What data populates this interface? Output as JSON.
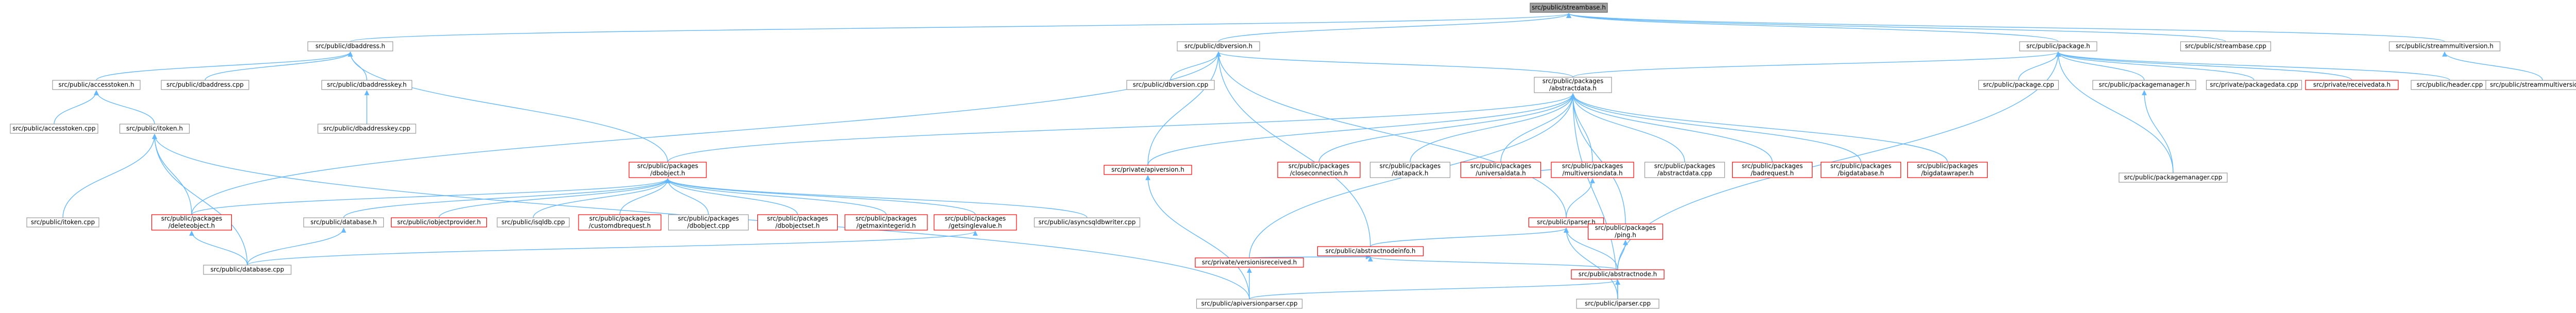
{
  "graph": {
    "type": "include-dependency-graph",
    "colors": {
      "edge": "#63b8ff",
      "root_fill": "#a0a0a0",
      "node_border": "#999999",
      "node_border_missing": "#ff0000",
      "background": "#ffffff"
    },
    "nodes": [
      {
        "id": "streambase_h",
        "lines": [
          "src/public/streambase.h"
        ],
        "root": true
      },
      {
        "id": "dbaddress_h",
        "lines": [
          "src/public/dbaddress.h"
        ]
      },
      {
        "id": "dbversion_h",
        "lines": [
          "src/public/dbversion.h"
        ]
      },
      {
        "id": "package_h",
        "lines": [
          "src/public/package.h"
        ]
      },
      {
        "id": "streambase_cpp",
        "lines": [
          "src/public/streambase.cpp"
        ]
      },
      {
        "id": "streammultiversion_h",
        "lines": [
          "src/public/streammultiversion.h"
        ]
      },
      {
        "id": "accesstoken_h",
        "lines": [
          "src/public/accesstoken.h"
        ]
      },
      {
        "id": "dbaddress_cpp",
        "lines": [
          "src/public/dbaddress.cpp"
        ]
      },
      {
        "id": "dbaddresskey_h",
        "lines": [
          "src/public/dbaddresskey.h"
        ]
      },
      {
        "id": "dbversion_cpp",
        "lines": [
          "src/public/dbversion.cpp"
        ]
      },
      {
        "id": "abstractdata_h",
        "lines": [
          "src/public/packages",
          "/abstractdata.h"
        ]
      },
      {
        "id": "package_cpp",
        "lines": [
          "src/public/package.cpp"
        ]
      },
      {
        "id": "packagemanager_h",
        "lines": [
          "src/public/packagemanager.h"
        ]
      },
      {
        "id": "packagedata_cpp",
        "lines": [
          "src/private/packagedata.cpp"
        ]
      },
      {
        "id": "receivedata_h",
        "lines": [
          "src/private/receivedata.h"
        ],
        "missing": true
      },
      {
        "id": "header_cpp",
        "lines": [
          "src/public/header.cpp"
        ]
      },
      {
        "id": "streammultiversion_cpp",
        "lines": [
          "src/public/streammultiversion.cpp"
        ]
      },
      {
        "id": "accesstoken_cpp",
        "lines": [
          "src/public/accesstoken.cpp"
        ]
      },
      {
        "id": "itoken_h",
        "lines": [
          "src/public/itoken.h"
        ]
      },
      {
        "id": "dbaddresskey_cpp",
        "lines": [
          "src/public/dbaddresskey.cpp"
        ]
      },
      {
        "id": "dbobject_h",
        "lines": [
          "src/public/packages",
          "/dbobject.h"
        ],
        "missing": true
      },
      {
        "id": "apiversion_h",
        "lines": [
          "src/private/apiversion.h"
        ],
        "missing": true
      },
      {
        "id": "closeconnection_h",
        "lines": [
          "src/public/packages",
          "/closeconnection.h"
        ],
        "missing": true
      },
      {
        "id": "datapack_h",
        "lines": [
          "src/public/packages",
          "/datapack.h"
        ]
      },
      {
        "id": "universaldata_h",
        "lines": [
          "src/public/packages",
          "/universaldata.h"
        ],
        "missing": true
      },
      {
        "id": "multiversiondata_h",
        "lines": [
          "src/public/packages",
          "/multiversiondata.h"
        ],
        "missing": true
      },
      {
        "id": "abstractdata_cpp",
        "lines": [
          "src/public/packages",
          "/abstractdata.cpp"
        ]
      },
      {
        "id": "badrequest_h",
        "lines": [
          "src/public/packages",
          "/badrequest.h"
        ],
        "missing": true
      },
      {
        "id": "bigdatabase_h",
        "lines": [
          "src/public/packages",
          "/bigdatabase.h"
        ],
        "missing": true
      },
      {
        "id": "bigdatawraper_h",
        "lines": [
          "src/public/packages",
          "/bigdatawraper.h"
        ],
        "missing": true
      },
      {
        "id": "packagemanager_cpp",
        "lines": [
          "src/public/packagemanager.cpp"
        ]
      },
      {
        "id": "itoken_cpp",
        "lines": [
          "src/public/itoken.cpp"
        ]
      },
      {
        "id": "deleteobject_h",
        "lines": [
          "src/public/packages",
          "/deleteobject.h"
        ],
        "missing": true
      },
      {
        "id": "database_h",
        "lines": [
          "src/public/database.h"
        ]
      },
      {
        "id": "iobjectprovider_h",
        "lines": [
          "src/public/iobjectprovider.h"
        ],
        "missing": true
      },
      {
        "id": "isqldb_cpp",
        "lines": [
          "src/public/isqldb.cpp"
        ]
      },
      {
        "id": "customdbrequest_h",
        "lines": [
          "src/public/packages",
          "/customdbrequest.h"
        ],
        "missing": true
      },
      {
        "id": "dbobject_cpp",
        "lines": [
          "src/public/packages",
          "/dbobject.cpp"
        ]
      },
      {
        "id": "dbobjectset_h",
        "lines": [
          "src/public/packages",
          "/dbobjectset.h"
        ],
        "missing": true
      },
      {
        "id": "getmaxintegerid_h",
        "lines": [
          "src/public/packages",
          "/getmaxintegerid.h"
        ],
        "missing": true
      },
      {
        "id": "getsinglevalue_h",
        "lines": [
          "src/public/packages",
          "/getsinglevalue.h"
        ],
        "missing": true
      },
      {
        "id": "asyncsqldbwriter_cpp",
        "lines": [
          "src/public/asyncsqldbwriter.cpp"
        ]
      },
      {
        "id": "iparser_h",
        "lines": [
          "src/public/iparser.h"
        ],
        "missing": true
      },
      {
        "id": "ping_h",
        "lines": [
          "src/public/packages",
          "/ping.h"
        ],
        "missing": true
      },
      {
        "id": "abstractnodeinfo_h",
        "lines": [
          "src/public/abstractnodeinfo.h"
        ],
        "missing": true
      },
      {
        "id": "database_cpp",
        "lines": [
          "src/public/database.cpp"
        ]
      },
      {
        "id": "versionisreceived_h",
        "lines": [
          "src/private/versionisreceived.h"
        ],
        "missing": true
      },
      {
        "id": "abstractnode_h",
        "lines": [
          "src/public/abstractnode.h"
        ],
        "missing": true
      },
      {
        "id": "apiversionparser_cpp",
        "lines": [
          "src/public/apiversionparser.cpp"
        ]
      },
      {
        "id": "iparser_cpp",
        "lines": [
          "src/public/iparser.cpp"
        ]
      }
    ]
  }
}
